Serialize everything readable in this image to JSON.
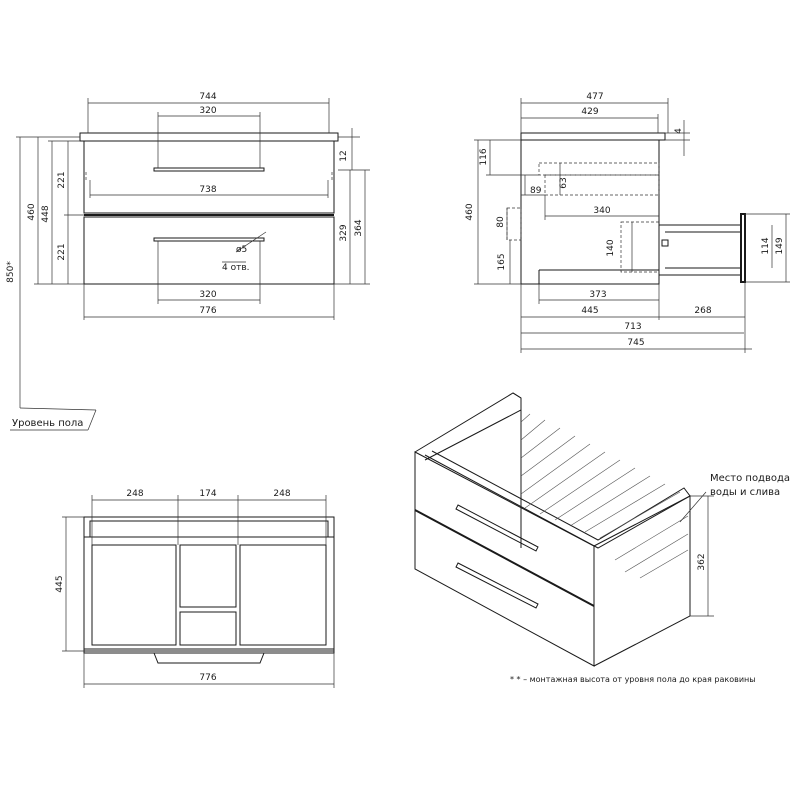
{
  "front": {
    "top_width": "744",
    "handle_width_top": "320",
    "inner_width": "738",
    "handle_width_bottom": "320",
    "total_width": "776",
    "h_221_top": "221",
    "h_221_bottom": "221",
    "h_448": "448",
    "h_460": "460",
    "h_850": "850*",
    "r_12": "12",
    "r_329": "329",
    "r_364": "364",
    "hole_dia": "ø5",
    "hole_count": "4 отв."
  },
  "side": {
    "w_477": "477",
    "w_429": "429",
    "d_4": "4",
    "h_116": "116",
    "h_460": "460",
    "d_89": "89",
    "d_63": "63",
    "d_340": "340",
    "d_80": "80",
    "d_165": "165",
    "d_140": "140",
    "d_373": "373",
    "d_445": "445",
    "d_268": "268",
    "d_713": "713",
    "d_745": "745",
    "d_114": "114",
    "d_149": "149"
  },
  "floor_label": "Уровень пола",
  "top": {
    "w_248_left": "248",
    "w_174": "174",
    "w_248_right": "248",
    "d_445": "445",
    "w_776": "776"
  },
  "iso": {
    "h_362": "362",
    "supply_label_line1": "Место подвода",
    "supply_label_line2": "воды и слива"
  },
  "footnote": "* * – монтажная высота от уровня пола до края раковины"
}
